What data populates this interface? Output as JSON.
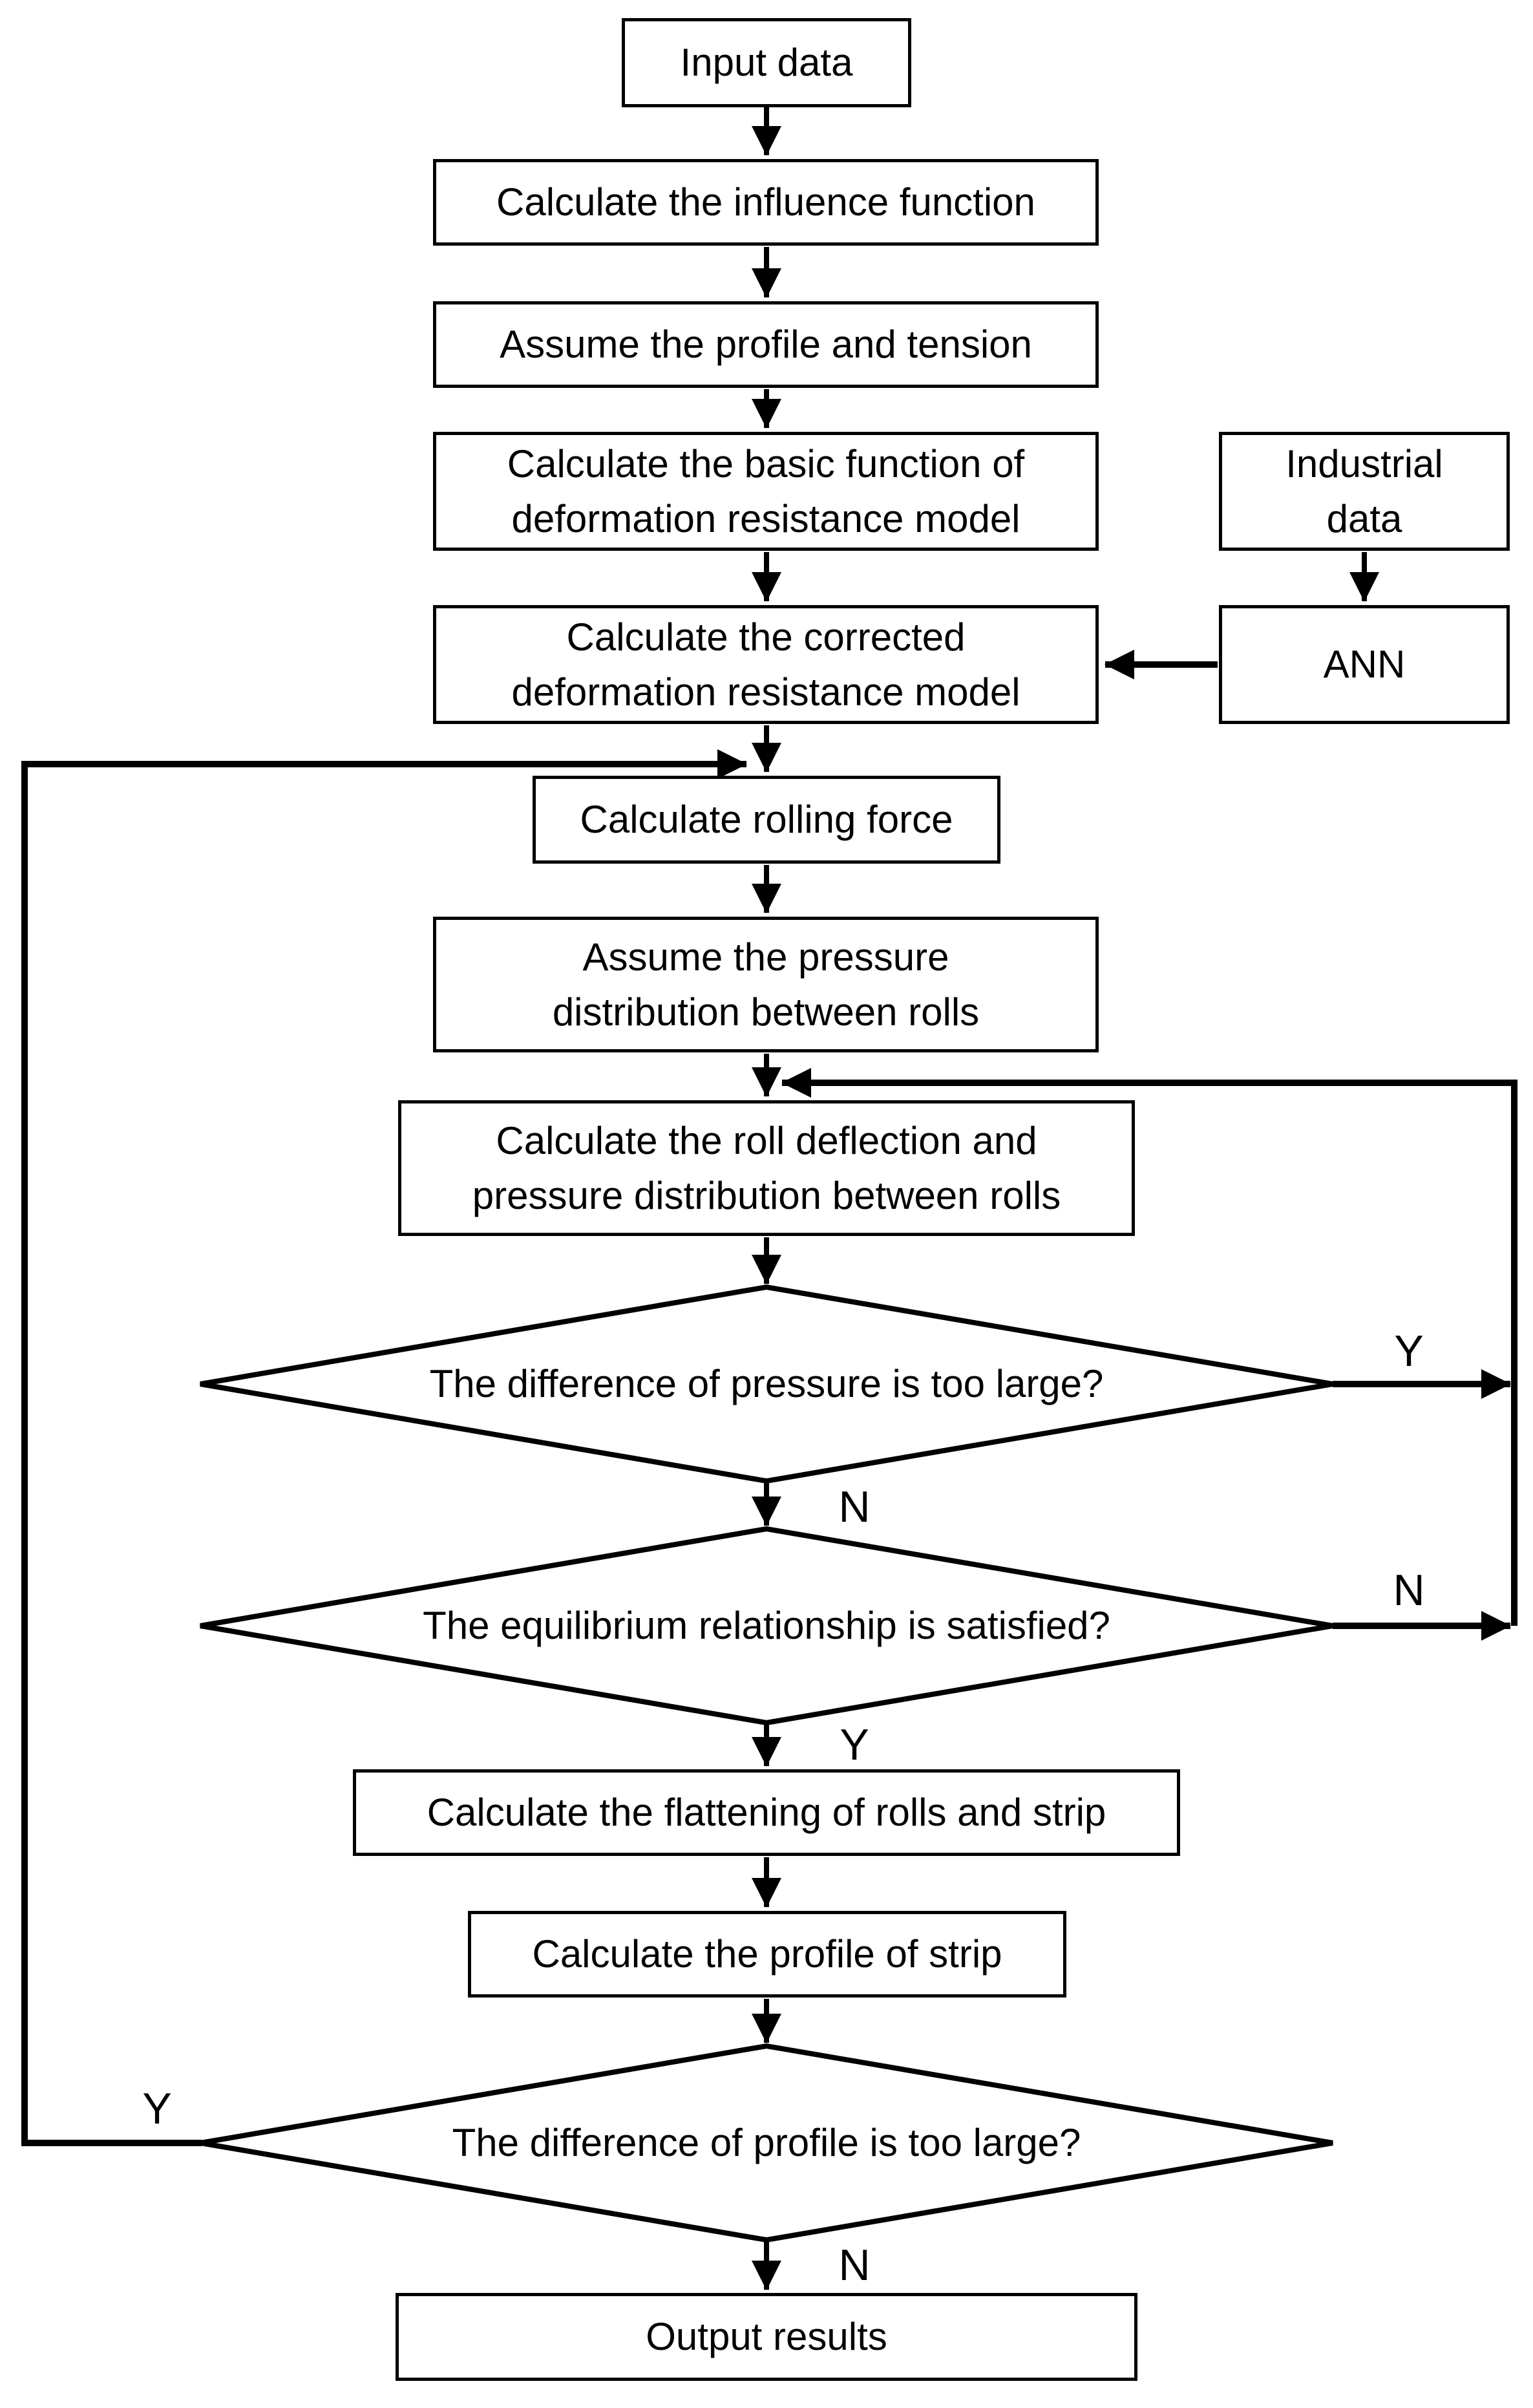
{
  "diagram": {
    "colors": {
      "background": "#ffffff",
      "line": "#000000",
      "text": "#000000"
    },
    "nodes": {
      "input_data": {
        "label": "Input data"
      },
      "calc_influence": {
        "label": "Calculate the influence function"
      },
      "assume_profile": {
        "label": "Assume the profile and tension"
      },
      "calc_basic": {
        "label": "Calculate the basic function of\ndeformation resistance model"
      },
      "industrial_data": {
        "label": "Industrial\ndata"
      },
      "calc_corrected": {
        "label": "Calculate the corrected\ndeformation resistance model"
      },
      "ann": {
        "label": "ANN"
      },
      "calc_rolling": {
        "label": "Calculate rolling force"
      },
      "assume_pressure": {
        "label": "Assume the pressure\ndistribution between rolls"
      },
      "calc_deflection": {
        "label": "Calculate the roll deflection and\npressure distribution between rolls"
      },
      "decision_pressure": {
        "label": "The difference of pressure is too large?"
      },
      "decision_equilibrium": {
        "label": "The equilibrium relationship is satisfied?"
      },
      "calc_flattening": {
        "label": "Calculate the flattening of rolls and strip"
      },
      "calc_profile": {
        "label": "Calculate the profile of strip"
      },
      "decision_profile": {
        "label": "The difference of profile is too large?"
      },
      "output_results": {
        "label": "Output results"
      }
    },
    "edge_labels": {
      "pressure_yes": "Y",
      "pressure_no": "N",
      "equilibrium_no": "N",
      "equilibrium_yes": "Y",
      "profile_yes": "Y",
      "profile_no": "N"
    }
  }
}
